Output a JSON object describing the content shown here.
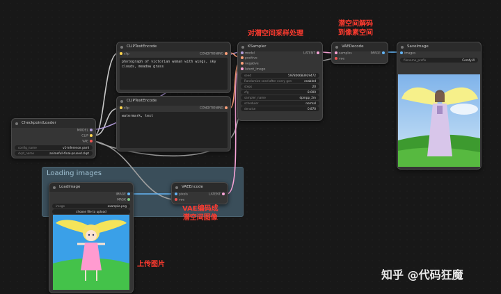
{
  "colors": {
    "model": "#b39ddb",
    "clip": "#ffd54f",
    "vae": "#ef5350",
    "conditioning": "#ffa07a",
    "latent": "#f8a4d8",
    "image": "#64b5f6",
    "accent": "#ff3b2f"
  },
  "group": {
    "title": "Loading images"
  },
  "clip_pos": {
    "title": "CLIPTextEncode",
    "in_clip": "clip",
    "out": "CONDITIONING",
    "text": "photograph of victorian woman with wings, sky clouds, meadow grass"
  },
  "clip_neg": {
    "title": "CLIPTextEncode",
    "in_clip": "clip",
    "out": "CONDITIONING",
    "text": "watermark, text"
  },
  "checkpoint": {
    "title": "CheckpointLoader",
    "out_model": "MODEL",
    "out_clip": "CLIP",
    "out_vae": "VAE",
    "config_label": "config_name",
    "config_value": "v1-inference.yaml",
    "ckpt_label": "ckpt_name",
    "ckpt_value": "animefull-final-pruned.ckpt"
  },
  "ksampler": {
    "title": "KSampler",
    "in_model": "model",
    "in_positive": "positive",
    "in_negative": "negative",
    "in_latent": "latent_image",
    "out": "LATENT",
    "widgets": [
      {
        "label": "seed",
        "value": "597800683929472"
      },
      {
        "label": "Randomize seed after every gen",
        "value": "enabled"
      },
      {
        "label": "steps",
        "value": "20"
      },
      {
        "label": "cfg",
        "value": "8.000"
      },
      {
        "label": "sampler_name",
        "value": "dpmpp_2m"
      },
      {
        "label": "scheduler",
        "value": "normal"
      },
      {
        "label": "denoise",
        "value": "0.870"
      }
    ]
  },
  "vaedecode": {
    "title": "VAEDecode",
    "in_samples": "samples",
    "in_vae": "vae",
    "out": "IMAGE"
  },
  "saveimage": {
    "title": "SaveImage",
    "in_images": "images",
    "prefix_label": "filename_prefix",
    "prefix_value": "ComfyUI"
  },
  "loadimage": {
    "title": "LoadImage",
    "out_image": "IMAGE",
    "out_mask": "MASK",
    "image_label": "image",
    "image_value": "example.png",
    "upload": "choose file to upload"
  },
  "vaeencode": {
    "title": "VAEEncode",
    "in_pixels": "pixels",
    "in_vae": "vae",
    "out": "LATENT"
  },
  "annotations": {
    "sampling": "对潜空间采样处理",
    "decode_line1": "潜空间解码",
    "decode_line2": "到像素空间",
    "encode_line1": "VAE编码成",
    "encode_line2": "潜空间图像",
    "upload": "上传图片"
  },
  "watermark": "知乎 @代码狂魔"
}
